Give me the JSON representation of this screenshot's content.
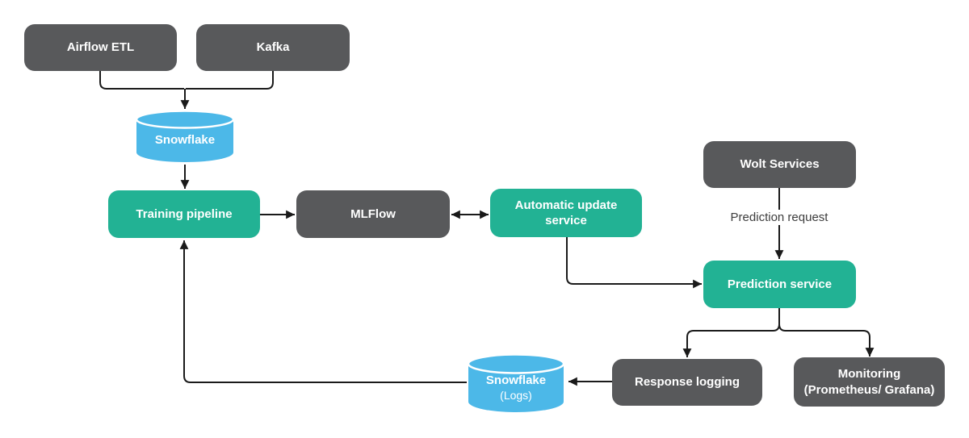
{
  "diagram": {
    "type": "flowchart",
    "description": "ML pipeline architecture flow diagram",
    "colors": {
      "node_dark": "#58595b",
      "node_green": "#22b294",
      "node_blue": "#4cb8e8",
      "arrow": "#1a1a1a",
      "node_text": "#ffffff",
      "edge_label_text": "#3d3d3d",
      "background": "#ffffff"
    },
    "nodes": {
      "airflow_etl": {
        "label": "Airflow ETL",
        "shape": "box",
        "color": "dark"
      },
      "kafka": {
        "label": "Kafka",
        "shape": "box",
        "color": "dark"
      },
      "snowflake": {
        "label": "Snowflake",
        "shape": "cylinder",
        "color": "blue"
      },
      "training_pipeline": {
        "label": "Training pipeline",
        "shape": "box",
        "color": "green"
      },
      "mlflow": {
        "label": "MLFlow",
        "shape": "box",
        "color": "dark"
      },
      "automatic_update_service": {
        "label": "Automatic update service",
        "shape": "box",
        "color": "green"
      },
      "wolt_services": {
        "label": "Wolt Services",
        "shape": "box",
        "color": "dark"
      },
      "prediction_service": {
        "label": "Prediction service",
        "shape": "box",
        "color": "green"
      },
      "response_logging": {
        "label": "Response logging",
        "shape": "box",
        "color": "dark"
      },
      "monitoring": {
        "label": "Monitoring (Prometheus/ Grafana)",
        "shape": "box",
        "color": "dark"
      },
      "snowflake_logs": {
        "label": "Snowflake",
        "sublabel": "(Logs)",
        "shape": "cylinder",
        "color": "blue"
      }
    },
    "labels": {
      "prediction_request": "Prediction request"
    },
    "edges": [
      {
        "from": "airflow_etl",
        "to": "snowflake",
        "arrow": "single"
      },
      {
        "from": "kafka",
        "to": "snowflake",
        "arrow": "single"
      },
      {
        "from": "snowflake",
        "to": "training_pipeline",
        "arrow": "single"
      },
      {
        "from": "training_pipeline",
        "to": "mlflow",
        "arrow": "single"
      },
      {
        "from": "mlflow",
        "to": "automatic_update_service",
        "arrow": "double"
      },
      {
        "from": "automatic_update_service",
        "to": "prediction_service",
        "arrow": "single"
      },
      {
        "from": "wolt_services",
        "to": "prediction_service",
        "arrow": "single",
        "label": "Prediction request"
      },
      {
        "from": "prediction_service",
        "to": "response_logging",
        "arrow": "single"
      },
      {
        "from": "prediction_service",
        "to": "monitoring",
        "arrow": "single"
      },
      {
        "from": "response_logging",
        "to": "snowflake_logs",
        "arrow": "single"
      },
      {
        "from": "snowflake_logs",
        "to": "training_pipeline",
        "arrow": "single"
      }
    ]
  }
}
